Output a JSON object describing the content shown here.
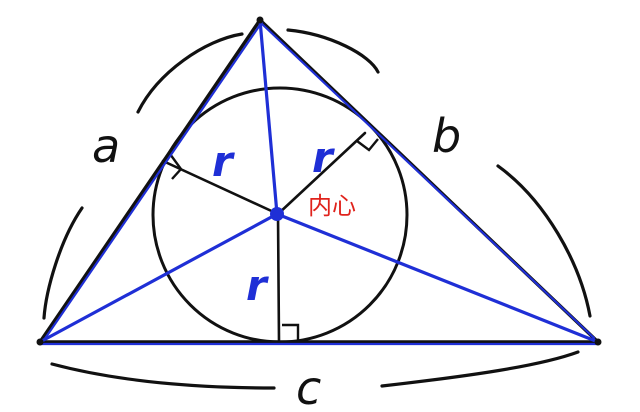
{
  "labels": {
    "side_a": "a",
    "side_b": "b",
    "side_c": "c",
    "radius": "r",
    "incenter": "内心"
  },
  "colors": {
    "triangle": "#111111",
    "bisector": "#1f2fd6",
    "radius_label": "#1f2fd6",
    "incenter_label": "#e0231c"
  }
}
